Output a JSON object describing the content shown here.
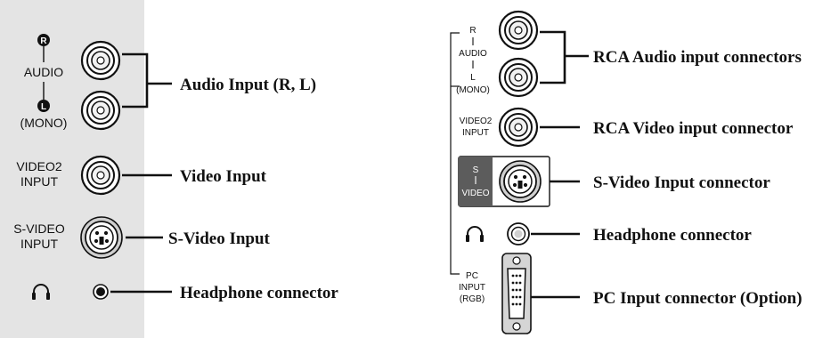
{
  "left_panel": {
    "audio_r_glyph": "R",
    "audio_label": "AUDIO",
    "audio_l_glyph": "L",
    "mono_label": "(MONO)",
    "video2_line1": "VIDEO2",
    "video2_line2": "INPUT",
    "svideo_line1": "S-VIDEO",
    "svideo_line2": "INPUT",
    "callouts": {
      "audio": "Audio Input (R, L)",
      "video": "Video Input",
      "svideo": "S-Video Input",
      "headphone": "Headphone connector"
    }
  },
  "right_panel": {
    "r_label": "R",
    "audio_label": "AUDIO",
    "l_label": "L",
    "mono_label": "(MONO)",
    "video2_line1": "VIDEO2",
    "video2_line2": "INPUT",
    "s_label": "S",
    "video_label": "VIDEO",
    "pc_line1": "PC",
    "pc_line2": "INPUT",
    "pc_line3": "(RGB)",
    "callouts": {
      "rca_audio": "RCA Audio input connectors",
      "rca_video": "RCA Video input connector",
      "svideo": "S-Video Input connector",
      "headphone": "Headphone connector",
      "pc": "PC Input connector (Option)"
    }
  },
  "icons": [
    "rca-jack-icon",
    "s-video-jack-icon",
    "headphone-icon",
    "headphone-jack-icon",
    "vga-connector-icon"
  ],
  "colors": {
    "left_panel_bg": "#e4e4e4",
    "svideo_box_bg": "#5c5c5c",
    "ink": "#111111"
  }
}
